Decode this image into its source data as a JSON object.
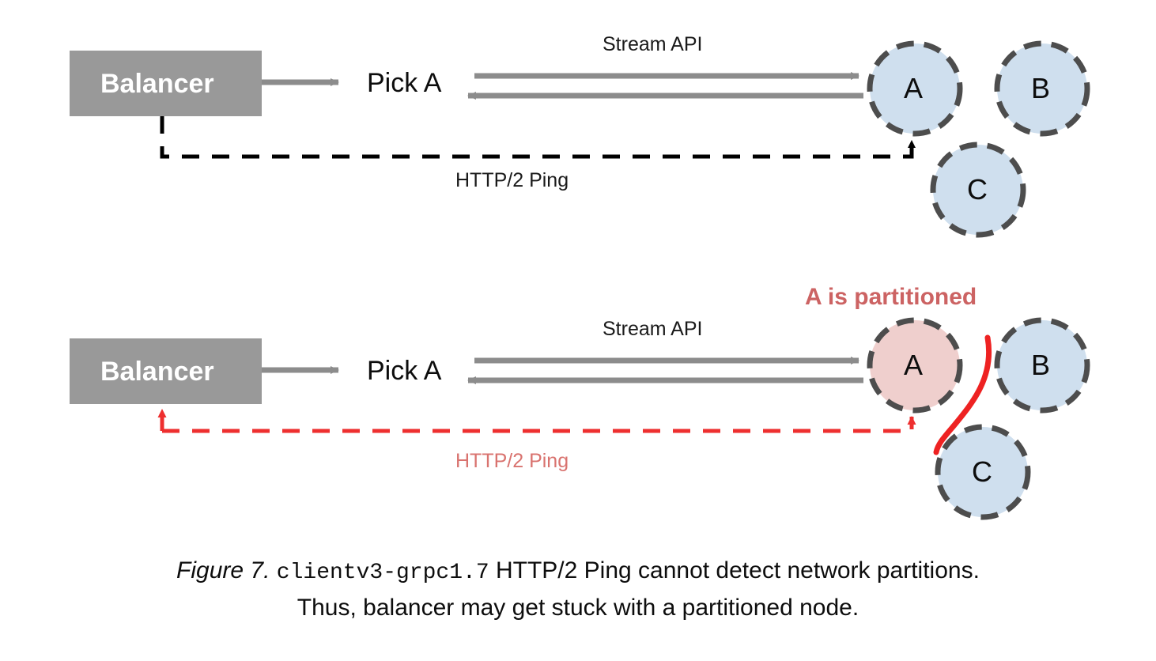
{
  "figure": {
    "title_prefix": "Figure 7.",
    "caption_mono": "clientv3-grpc1.7",
    "caption_rest": " HTTP/2 Ping cannot detect network partitions.",
    "caption_line2": "Thus, balancer may get stuck with a partitioned node."
  },
  "colors": {
    "balancer_fill": "#999999",
    "arrow_gray": "#8c8c8c",
    "node_fill_blue": "#cfdfee",
    "node_fill_pink": "#efcfcd",
    "node_stroke": "#4d4d4d",
    "ping_black": "#000000",
    "ping_red": "#ee2f2f",
    "partition_red": "#ee2222",
    "partitioned_label": "#cc6363",
    "ping_label_red": "#d9736f"
  },
  "panels": [
    {
      "id": "healthy",
      "balancer_label": "Balancer",
      "pick_label": "Pick A",
      "stream_label": "Stream API",
      "ping_label": "HTTP/2 Ping",
      "ping_state": "ok",
      "nodes": [
        {
          "id": "A",
          "label": "A",
          "state": "healthy"
        },
        {
          "id": "B",
          "label": "B",
          "state": "healthy"
        },
        {
          "id": "C",
          "label": "C",
          "state": "healthy"
        }
      ],
      "partition_label": "",
      "has_partition": false
    },
    {
      "id": "partitioned",
      "balancer_label": "Balancer",
      "pick_label": "Pick A",
      "stream_label": "Stream API",
      "ping_label": "HTTP/2 Ping",
      "ping_state": "partitioned",
      "nodes": [
        {
          "id": "A",
          "label": "A",
          "state": "partitioned"
        },
        {
          "id": "B",
          "label": "B",
          "state": "healthy"
        },
        {
          "id": "C",
          "label": "C",
          "state": "healthy"
        }
      ],
      "partition_label": "A is partitioned",
      "has_partition": true
    }
  ]
}
